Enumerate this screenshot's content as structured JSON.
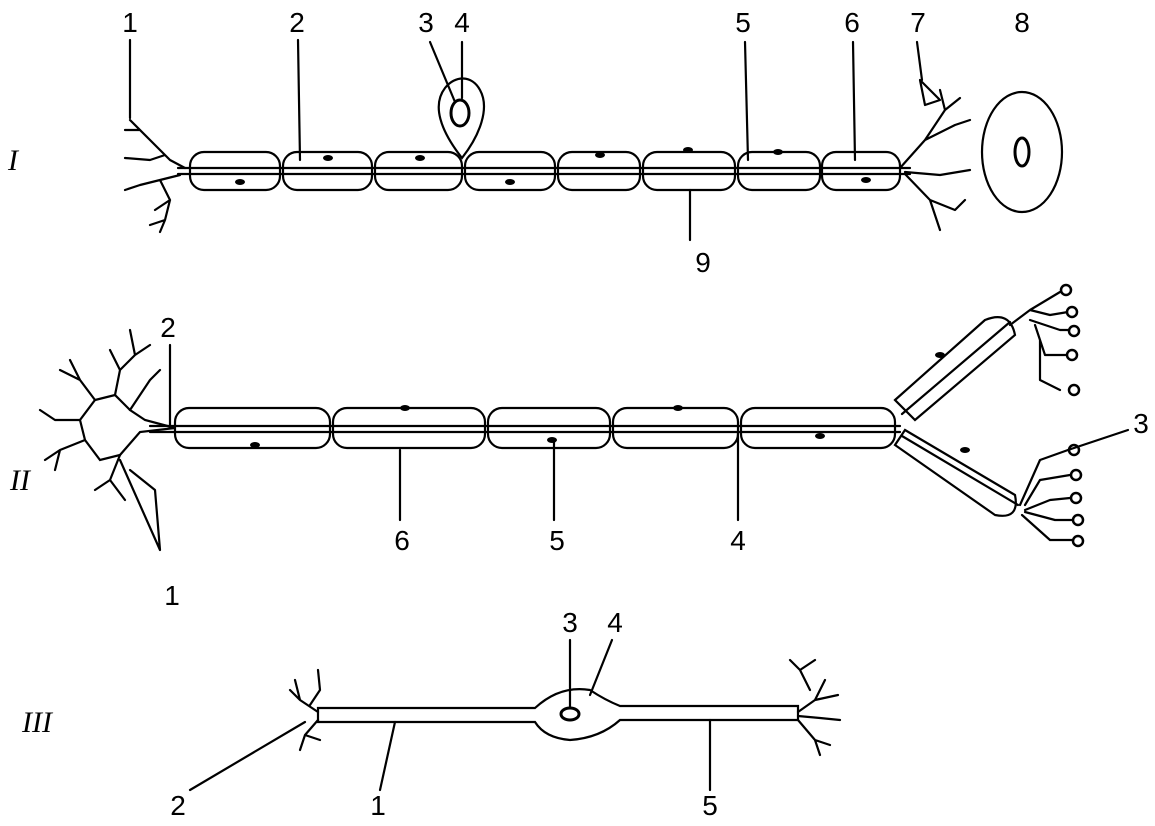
{
  "rows": [
    {
      "roman": "I",
      "labels": [
        "1",
        "2",
        "3",
        "4",
        "5",
        "6",
        "7",
        "8",
        "9"
      ]
    },
    {
      "roman": "II",
      "labels": [
        "2",
        "1",
        "3",
        "6",
        "5",
        "4"
      ]
    },
    {
      "roman": "III",
      "labels": [
        "3",
        "4",
        "2",
        "1",
        "5"
      ]
    }
  ]
}
